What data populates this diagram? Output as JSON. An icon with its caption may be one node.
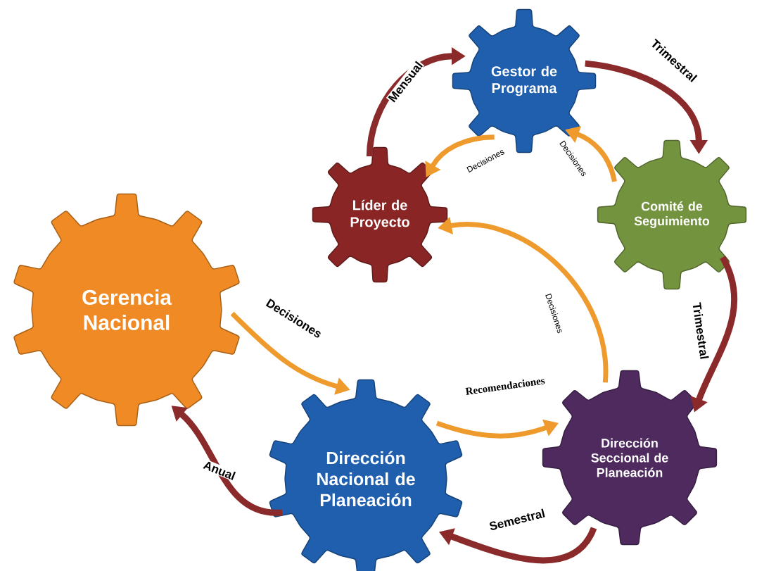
{
  "diagram": {
    "nodes": [
      {
        "text": [
          "Gestor de Programa"
        ]
      },
      {
        "text": [
          "Líder de Proyecto"
        ]
      },
      {
        "text": [
          "Comité de Seguimiento"
        ]
      },
      {
        "text": [
          "Gerencia Nacional"
        ]
      },
      {
        "text": [
          "Dirección Nacional de Planeación"
        ]
      },
      {
        "text": [
          "Dirección Seccional de Planeación"
        ]
      }
    ],
    "edges": [
      {
        "from": 1,
        "to": 0,
        "arrow": "to",
        "label": "Mensual",
        "color": "#8b2a2a"
      },
      {
        "from": 0,
        "to": 2,
        "arrow": "to",
        "label": "Trimestral",
        "color": "#8b2a2a"
      },
      {
        "from": 0,
        "to": 1,
        "arrow": "to",
        "label": "Decisiones",
        "color": "#ee9a2c"
      },
      {
        "from": 2,
        "to": 0,
        "arrow": "to",
        "label": "Decisiones",
        "color": "#ee9a2c"
      },
      {
        "from": 2,
        "to": 5,
        "arrow": "to",
        "label": "Trimestral",
        "color": "#8b2a2a"
      },
      {
        "from": 5,
        "to": 1,
        "arrow": "to",
        "label": "Decisiones",
        "color": "#ee9a2c"
      },
      {
        "from": 3,
        "to": 4,
        "arrow": "to",
        "label": "Decisiones",
        "color": "#ee9a2c"
      },
      {
        "from": 4,
        "to": 5,
        "arrow": "to",
        "label": "Recomendaciones",
        "color": "#ee9a2c"
      },
      {
        "from": 5,
        "to": 4,
        "arrow": "to",
        "label": "Semestral",
        "color": "#8b2a2a"
      },
      {
        "from": 4,
        "to": 3,
        "arrow": "to",
        "label": "Anual",
        "color": "#8b2a2a"
      }
    ]
  }
}
